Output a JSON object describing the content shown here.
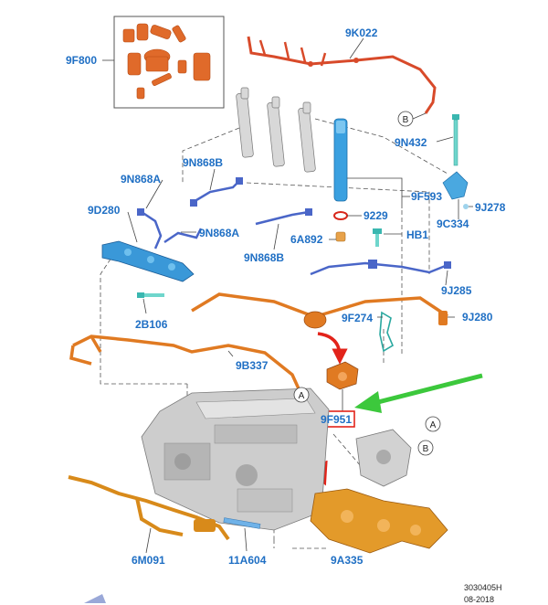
{
  "labels": {
    "9F800": "9F800",
    "9K022": "9K022",
    "9N432": "9N432",
    "9N868A_1": "9N868A",
    "9N868B_1": "9N868B",
    "9D280": "9D280",
    "9F593": "9F593",
    "9J278": "9J278",
    "9229": "9229",
    "9C334": "9C334",
    "6A892": "6A892",
    "HB1": "HB1",
    "9N868A_2": "9N868A",
    "9N868B_2": "9N868B",
    "9J285": "9J285",
    "2B106": "2B106",
    "9F274": "9F274",
    "9J280": "9J280",
    "9B337": "9B337",
    "9F951": "9F951",
    "6M091": "6M091",
    "11A604": "11A604",
    "9A335": "9A335"
  },
  "callouts": {
    "A": "A",
    "B": "B"
  },
  "footer": {
    "code": "3030405H",
    "date": "08-2018"
  },
  "colors": {
    "label_blue": "#1f6fc4",
    "fuel_line_orange": "#e07a22",
    "return_line_red": "#d84a2a",
    "hose_blue": "#4a66c8",
    "highlight_red": "#e2231a",
    "arrow_green": "#3cc83c",
    "manifold_orange": "#e39a2a",
    "engine_gray": "#c9c9c9"
  }
}
